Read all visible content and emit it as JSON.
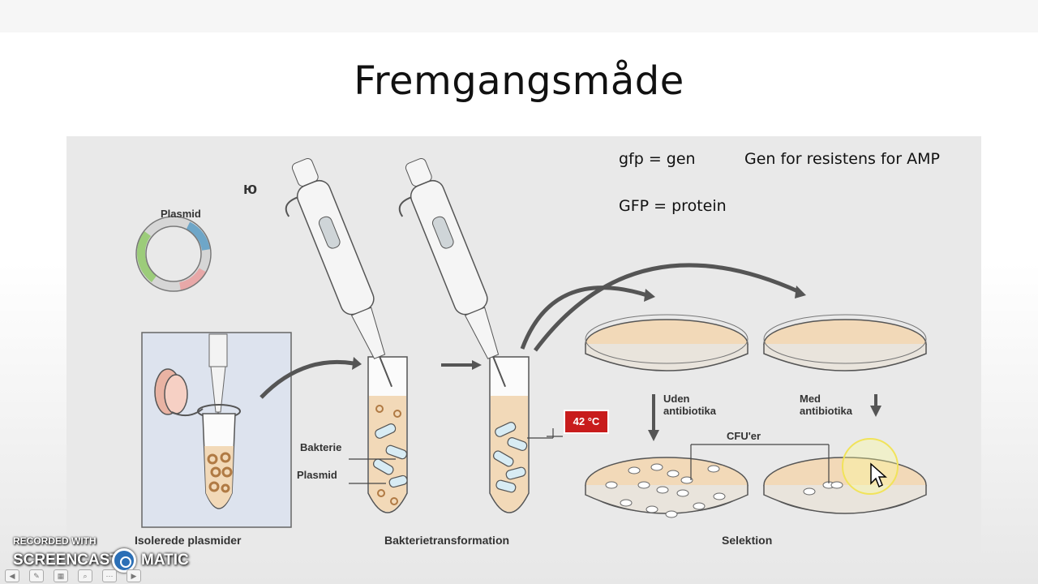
{
  "slide": {
    "title": "Fremgangsmåde"
  },
  "notes": {
    "gfp_gen": "gfp = gen",
    "gen_resistens": "Gen for resistens for AMP",
    "gfp_protein": "GFP = protein"
  },
  "figure": {
    "marker": "ю",
    "labels": {
      "plasmid_title": "Plasmid",
      "bakterie": "Bakterie",
      "plasmid": "Plasmid",
      "heat_shock": "42 °C",
      "uden_line1": "Uden",
      "uden_line2": "antibiotika",
      "med_line1": "Med",
      "med_line2": "antibiotika",
      "cfu": "CFU'er"
    },
    "captions": {
      "isolerede": "Isolerede plasmider",
      "transformation": "Bakterietransformation",
      "selektion": "Selektion"
    }
  },
  "watermark": {
    "recorded_with": "RECORDED WITH",
    "brand_left": "SCREENCAST",
    "brand_right": "MATIC"
  },
  "colors": {
    "agar": "#f2d9b8",
    "heat_box": "#c81c1c",
    "panel": "#e9e9e9"
  }
}
